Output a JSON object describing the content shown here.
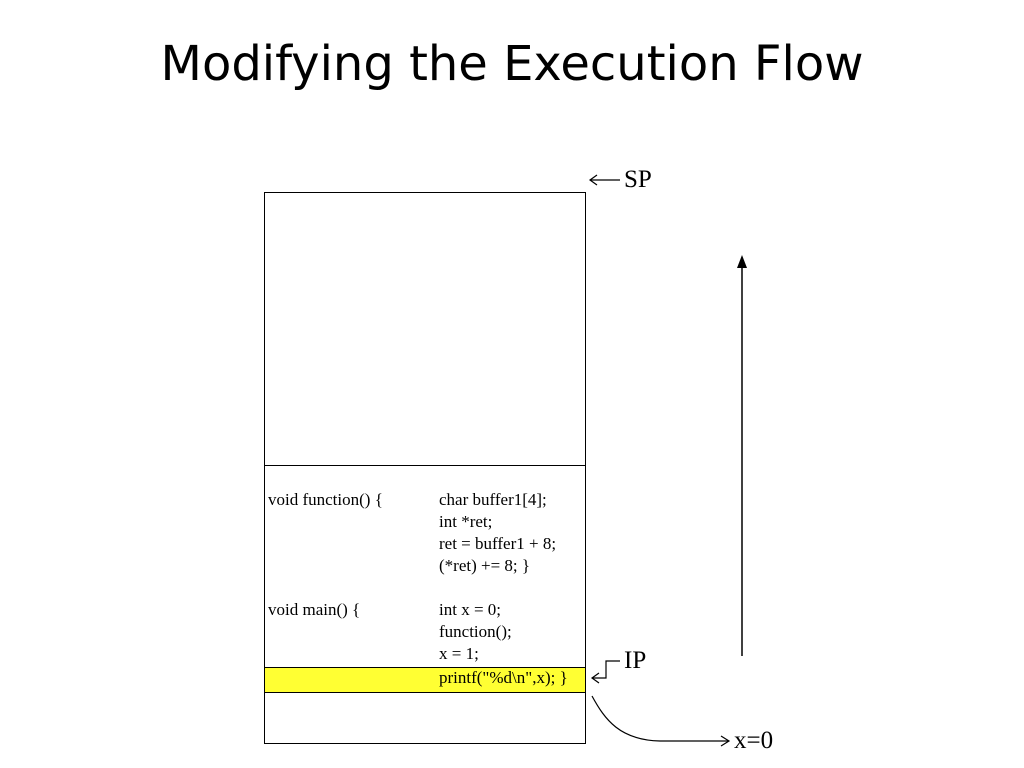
{
  "slide": {
    "title": "Modifying the Execution Flow"
  },
  "labels": {
    "sp": "SP",
    "ip": "IP",
    "x_value": "x=0"
  },
  "code": {
    "function_signature": "void function() {",
    "function_body": [
      "char buffer1[4];",
      "int *ret;",
      "ret = buffer1 + 8;",
      "(*ret) += 8; }"
    ],
    "main_signature": "void main() {",
    "main_body": [
      "int x = 0;",
      "function();",
      "x = 1;",
      "printf(\"%d\\n\",x); }"
    ]
  },
  "colors": {
    "highlight": "#ffff33"
  }
}
